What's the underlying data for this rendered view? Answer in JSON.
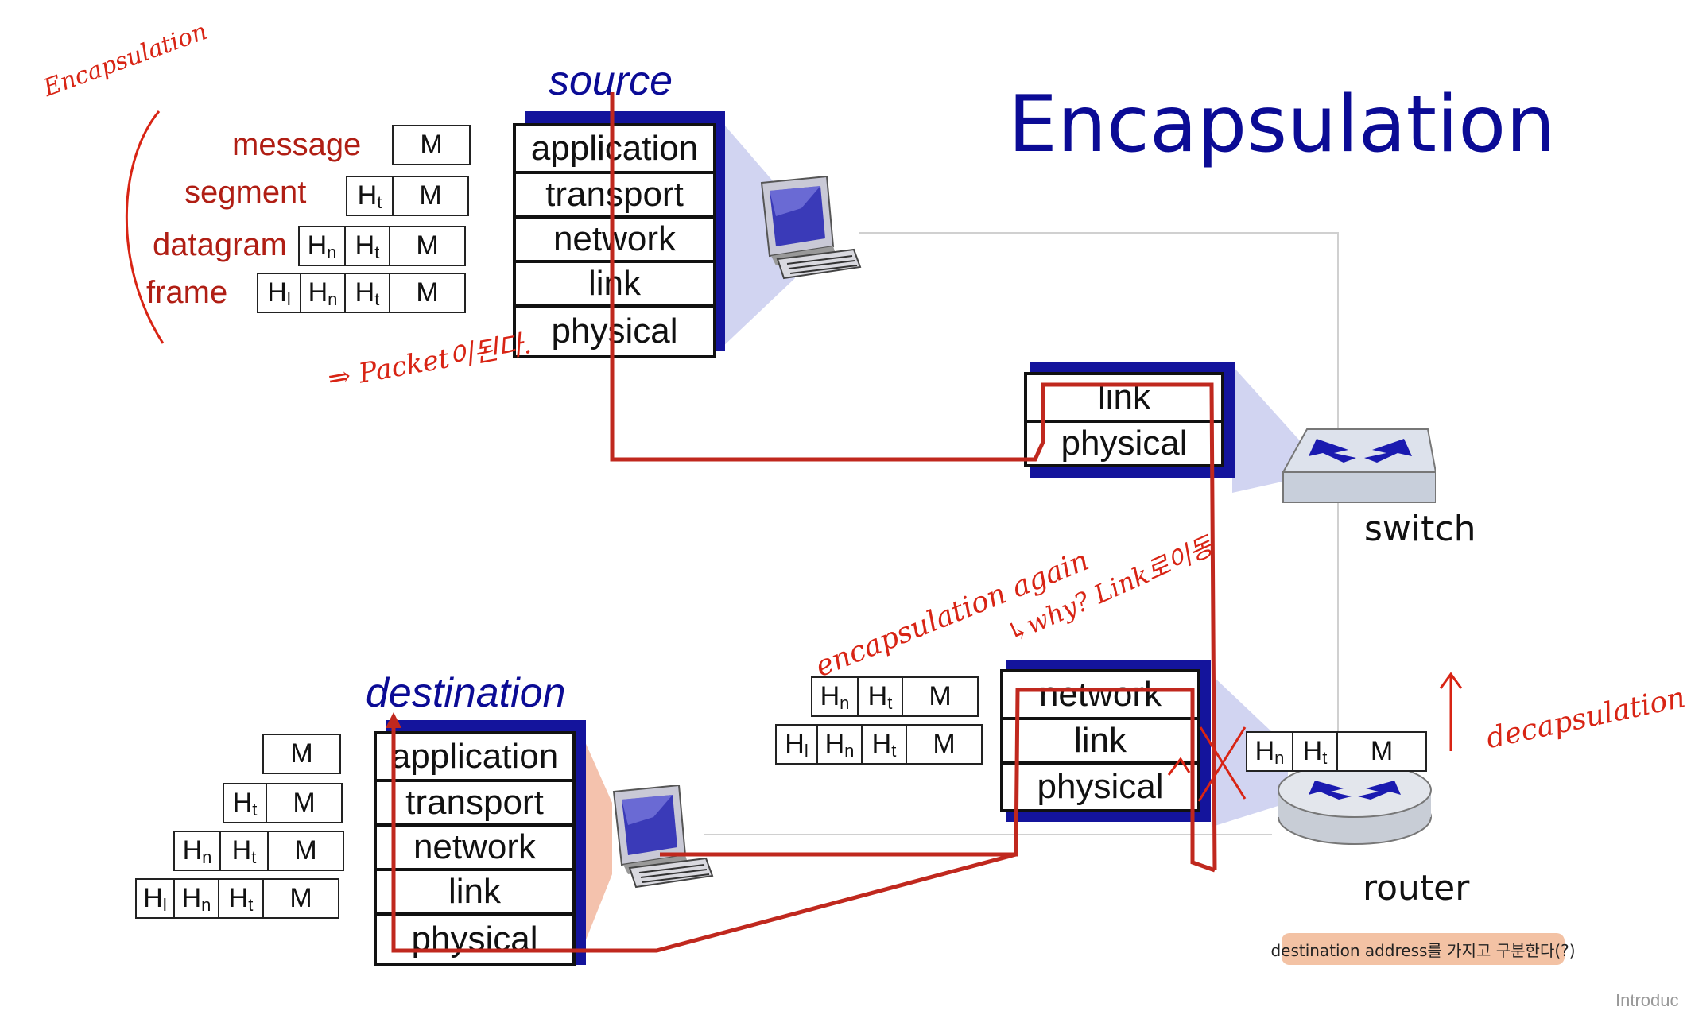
{
  "title": "Encapsulation",
  "source_label": "source",
  "destination_label": "destination",
  "switch_label": "switch",
  "router_label": "router",
  "source_stack": [
    "application",
    "transport",
    "network",
    "link",
    "physical"
  ],
  "switch_stack": [
    "link",
    "physical"
  ],
  "router_stack": [
    "network",
    "link",
    "physical"
  ],
  "destination_stack": [
    "application",
    "transport",
    "network",
    "link",
    "physical"
  ],
  "packet_types": [
    {
      "label": "message"
    },
    {
      "label": "segment"
    },
    {
      "label": "datagram"
    },
    {
      "label": "frame"
    }
  ],
  "header_symbol": "H",
  "payload_symbol": "M",
  "header_subscripts": {
    "transport": "t",
    "network": "n",
    "link": "l"
  },
  "note": "destination address를 가지고 구분한다(?)",
  "handwritten": {
    "bracket_label": "Encapsulation",
    "packet_note": "⇒ Packet이된다.",
    "encap_again": "encapsulation again",
    "why_note": "↳why? Link로이동",
    "decap": "decapsulation"
  },
  "footer_fragment": "Introduc",
  "colors": {
    "title": "#0b0b95",
    "layer_shadow": "#14149c",
    "path": "#c0281e",
    "packet_label": "#b01e14",
    "note_bg": "#f3c2a4"
  }
}
